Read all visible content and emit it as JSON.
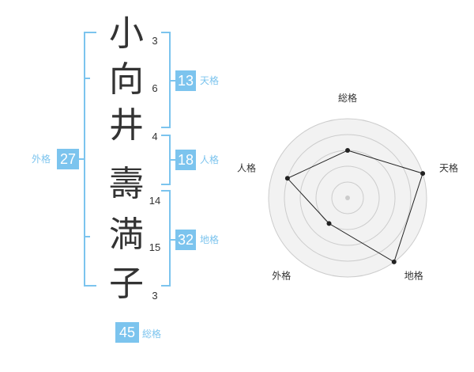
{
  "name": {
    "characters": [
      {
        "char": "小",
        "strokes": "3"
      },
      {
        "char": "向",
        "strokes": "6"
      },
      {
        "char": "井",
        "strokes": "4"
      },
      {
        "char": "壽",
        "strokes": "14"
      },
      {
        "char": "満",
        "strokes": "15"
      },
      {
        "char": "子",
        "strokes": "3"
      }
    ]
  },
  "fortunes": {
    "tenkaku": {
      "value": "13",
      "label": "天格"
    },
    "jinkaku": {
      "value": "18",
      "label": "人格"
    },
    "chikaku": {
      "value": "32",
      "label": "地格"
    },
    "gaikaku": {
      "value": "27",
      "label": "外格"
    },
    "soukaku": {
      "value": "45",
      "label": "総格"
    }
  },
  "colors": {
    "accent": "#7cc4ee",
    "text": "#333333"
  },
  "chart_data": {
    "type": "radar",
    "axes": [
      "総格",
      "天格",
      "地格",
      "外格",
      "人格"
    ],
    "values": [
      3,
      5,
      5,
      2,
      4
    ],
    "range": [
      0,
      5
    ],
    "rings": 5
  }
}
